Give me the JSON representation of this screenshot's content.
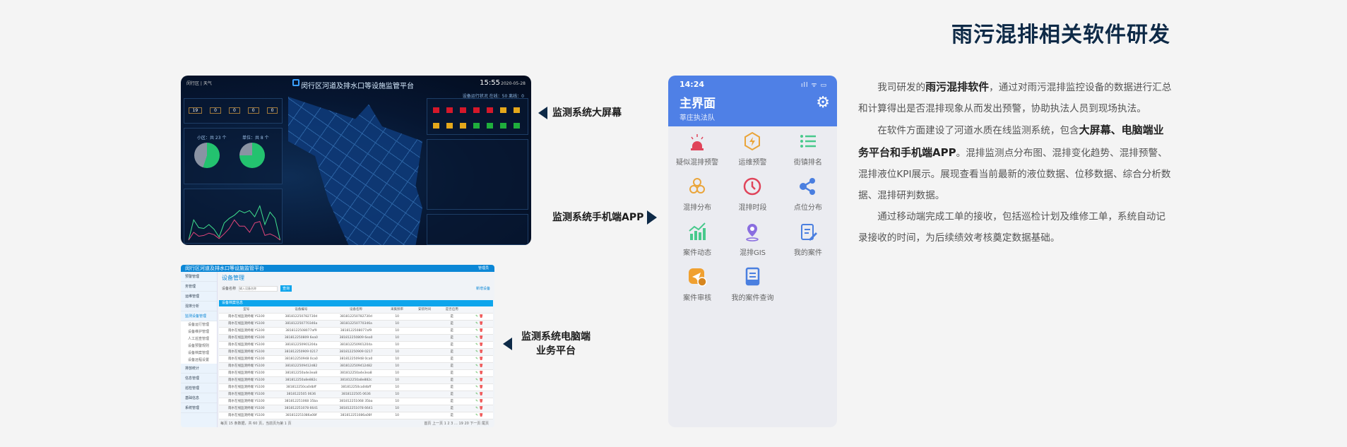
{
  "title": "雨污混排相关软件研发",
  "labels": {
    "big_screen": "监测系统大屏幕",
    "mobile_app": "监测系统手机端APP",
    "desktop_line1": "监测系统电脑端",
    "desktop_line2": "业务平台"
  },
  "dashboard": {
    "top_left": "闵行区 | 天气",
    "title": "闵行区河道及排水口等设施监管平台",
    "time": "15:55",
    "date": "2020-05-28",
    "status": "设备运行状况  在线：50  离线：0",
    "pie_labels": [
      "小区：共 23 个",
      "单位：共 8 个"
    ],
    "counters": [
      "19",
      "0",
      "0",
      "0",
      "0"
    ],
    "line_a": [
      0,
      26,
      16,
      15,
      20,
      14,
      4,
      22,
      28,
      32,
      38,
      35,
      38,
      30,
      44,
      20,
      36,
      28,
      0
    ],
    "line_b": [
      0,
      10,
      5,
      6,
      9,
      7,
      2,
      8,
      15,
      26,
      18,
      18,
      10,
      22,
      24,
      6,
      8,
      5,
      0
    ],
    "alert_colors": [
      "#d4182a",
      "#d4182a",
      "#d4182a",
      "#d4182a",
      "#d4182a",
      "#e5a81b",
      "#e5a81b",
      "#e5a81b",
      "#e5a81b",
      "#e5a81b",
      "#1fae3c",
      "#1fae3c",
      "#1fae3c",
      "#1fae3c"
    ]
  },
  "desktop": {
    "app_title": "闵行区河道及排水口等设施监管平台",
    "user": "管理员",
    "page_title": "设备管理",
    "search_label": "设备名称",
    "search_placeholder": "输入设备名称",
    "search_button": "查询",
    "add_button": "新增设备",
    "table_caption": "设备档案信息",
    "columns": [
      "型号",
      "设备编号",
      "设备名称",
      "采集频率",
      "安装时间",
      "是否启用",
      ""
    ],
    "rows": [
      [
        "雨水在线监测终端 YS100",
        "381812250782730d",
        "381812250782730d",
        "10",
        "",
        "是"
      ],
      [
        "雨水在线监测终端 YS100",
        "381812250770346a",
        "381812250770346a",
        "10",
        "",
        "是"
      ],
      [
        "雨水在线监测终端 YS100",
        "3818122508077af9",
        "3818122508077af9",
        "10",
        "",
        "是"
      ],
      [
        "雨水在线监测终端 YS100",
        "381812250809 6ea0",
        "381812250809 6ea0",
        "10",
        "",
        "是"
      ],
      [
        "雨水在线监测终端 YS100",
        "381812250901204a",
        "381812250901204a",
        "10",
        "",
        "是"
      ],
      [
        "雨水在线监测终端 YS100",
        "381812250909 0217",
        "381812250909 0217",
        "10",
        "",
        "是"
      ],
      [
        "雨水在线监测终端 YS100",
        "381812250948 0ca0",
        "381812250948 0ca0",
        "10",
        "",
        "是"
      ],
      [
        "雨水在线监测终端 YS100",
        "3818122509412d82",
        "3818122509412d82",
        "10",
        "",
        "是"
      ],
      [
        "雨水在线监测终端 YS100",
        "381812250a4e3ea8",
        "381812250a4e3ea8",
        "10",
        "",
        "是"
      ],
      [
        "雨水在线监测终端 YS100",
        "381812250a8e882c",
        "381812250a8e882c",
        "10",
        "",
        "是"
      ],
      [
        "雨水在线监测终端 YS100",
        "381812250ca0dbff",
        "381812250ca0dbff",
        "10",
        "",
        "是"
      ],
      [
        "雨水在线监测终端 YS100",
        "3818122505 0636",
        "3818122505 0636",
        "10",
        "",
        "是"
      ],
      [
        "雨水在线监测终端 YS100",
        "381812251068 35ba",
        "381812251068 35ba",
        "10",
        "",
        "是"
      ],
      [
        "雨水在线监测终端 YS100",
        "381812251078 6641",
        "381812251078 6641",
        "10",
        "",
        "是"
      ],
      [
        "雨水在线监测终端 YS100",
        "381812251086a08f",
        "381812251086a08f",
        "10",
        "",
        "是"
      ]
    ],
    "sidebar": [
      "预警管理",
      "务管理",
      "运维管理",
      "混排分析",
      "监测设备管理",
      "设备运行管理",
      "设备维护管理",
      "人工巡查管理",
      "设备预警规则",
      "设备档案管理",
      "设备远程设置",
      "排放统计",
      "信息管理",
      "巡检管理",
      "基础信息",
      "系统管理"
    ],
    "footer": "每页 15 条数据，共 60 页，当前页为第 1 页",
    "pagination": "首页  上一页  1  2  3  …  19  20  下一页  尾页"
  },
  "phone": {
    "time": "14:24",
    "signal": "ıll ᯤ ▭",
    "title": "主界面",
    "subtitle": "莘庄执法队",
    "items": [
      {
        "label": "疑似混排预警",
        "icon": "siren",
        "color": "#e0445a"
      },
      {
        "label": "运维预警",
        "icon": "bolt-hexagon",
        "color": "#eaa53a"
      },
      {
        "label": "街镇排名",
        "icon": "list",
        "color": "#48c98c"
      },
      {
        "label": "混排分布",
        "icon": "hexagons",
        "color": "#eaa53a"
      },
      {
        "label": "混排时段",
        "icon": "clock",
        "color": "#e0445a"
      },
      {
        "label": "点位分布",
        "icon": "share",
        "color": "#4a7fe0"
      },
      {
        "label": "案件动态",
        "icon": "chart-up",
        "color": "#48c98c"
      },
      {
        "label": "混排GIS",
        "icon": "location-pin",
        "color": "#8a6ee0"
      },
      {
        "label": "我的案件",
        "icon": "clipboard-edit",
        "color": "#4a7fe0"
      },
      {
        "label": "案件审核",
        "icon": "paper-plane-badge",
        "color": "#f0a030"
      },
      {
        "label": "我的案件查询",
        "icon": "doc-search",
        "color": "#4a7fe0"
      }
    ]
  },
  "body": [
    [
      {
        "t": "我司研发的"
      },
      {
        "t": "雨污混排软件",
        "b": true
      },
      {
        "t": "，通过对雨污混排监控设备的数据进行汇总和计算得出是否混排现象从而发出预警，协助执法人员到现场执法。"
      }
    ],
    [
      {
        "t": "在软件方面建设了河道水质在线监测系统，包含"
      },
      {
        "t": "大屏幕、电脑端业务平台和手机端APP",
        "b": true
      },
      {
        "t": "。混排监测点分布图、混排变化趋势、混排预警、混排液位KPI展示。展现查看当前最新的液位数据、位移数据、综合分析数据、混排研判数据。"
      }
    ],
    [
      {
        "t": "通过移动端完成工单的接收，包括巡检计划及维修工单，系统自动记录接收的时间，为后续绩效考核奠定数据基础。"
      }
    ]
  ]
}
